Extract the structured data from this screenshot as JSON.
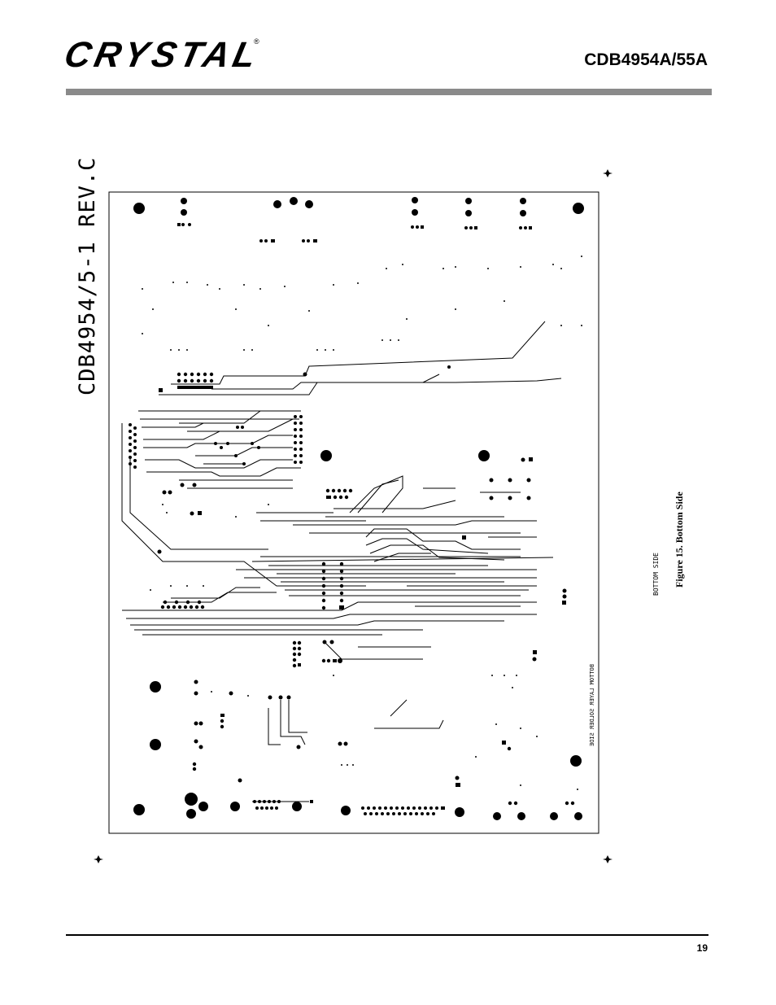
{
  "header": {
    "logo_text": "CRYSTAL",
    "logo_reg": "®",
    "doc_title": "CDB4954A/55A"
  },
  "figure": {
    "board_title": "CDB4954/5-1 REV.C",
    "side_label": "BOTTOM SIDE",
    "layer_label": "BOTTOM LAYER SOLDER SIDE",
    "caption": "Figure 15.  Bottom Side"
  },
  "footer": {
    "page_number": "19"
  }
}
